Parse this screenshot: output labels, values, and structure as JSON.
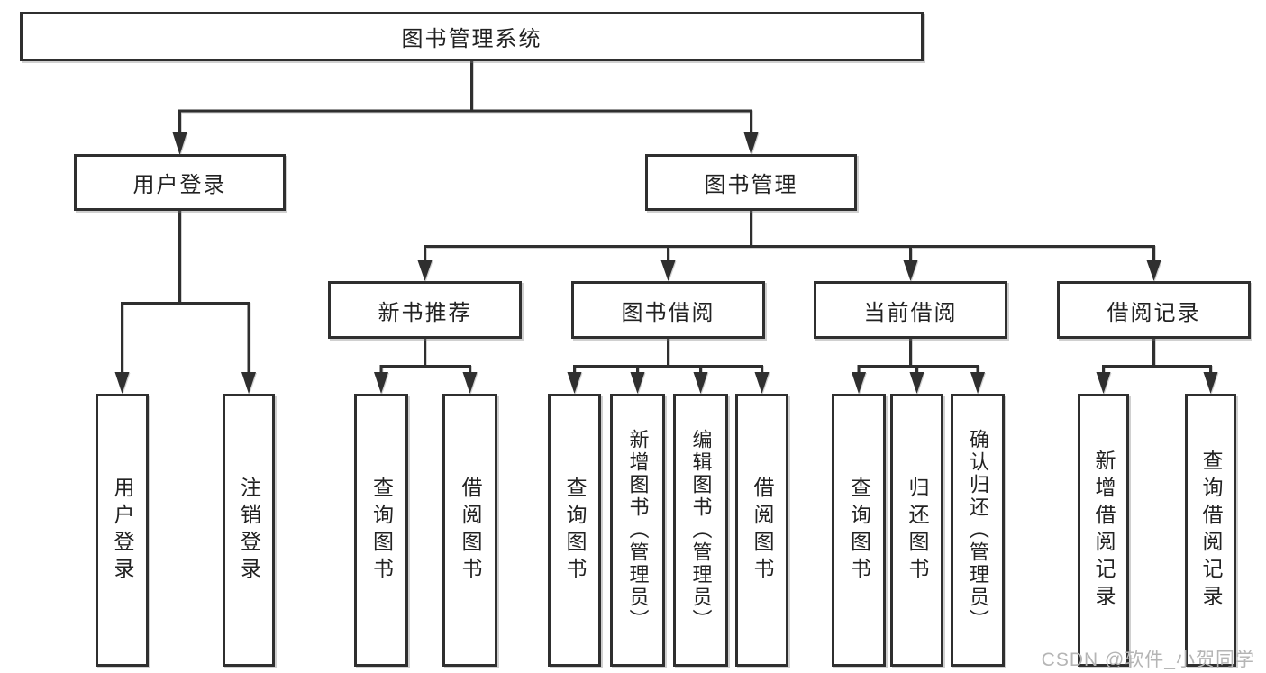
{
  "tree": {
    "root": {
      "label": "图书管理系统"
    },
    "branches": [
      {
        "label": "用户登录",
        "leaves": [
          {
            "label": "用户登录"
          },
          {
            "label": "注销登录"
          }
        ]
      },
      {
        "label": "图书管理",
        "groups": [
          {
            "label": "新书推荐",
            "leaves": [
              {
                "label": "查询图书"
              },
              {
                "label": "借阅图书"
              }
            ]
          },
          {
            "label": "图书借阅",
            "leaves": [
              {
                "label": "查询图书"
              },
              {
                "label": "新增图书（管理员）"
              },
              {
                "label": "编辑图书（管理员）"
              },
              {
                "label": "借阅图书"
              }
            ]
          },
          {
            "label": "当前借阅",
            "leaves": [
              {
                "label": "查询图书"
              },
              {
                "label": "归还图书"
              },
              {
                "label": "确认归还（管理员）"
              }
            ]
          },
          {
            "label": "借阅记录",
            "leaves": [
              {
                "label": "新增借阅记录"
              },
              {
                "label": "查询借阅记录"
              }
            ]
          }
        ]
      }
    ]
  },
  "watermark": {
    "text": "CSDN @软件_小贺同学"
  },
  "colors": {
    "line": "#2f2f2f",
    "text": "#222222",
    "watermark": "#b5b5b5",
    "background": "#ffffff"
  }
}
